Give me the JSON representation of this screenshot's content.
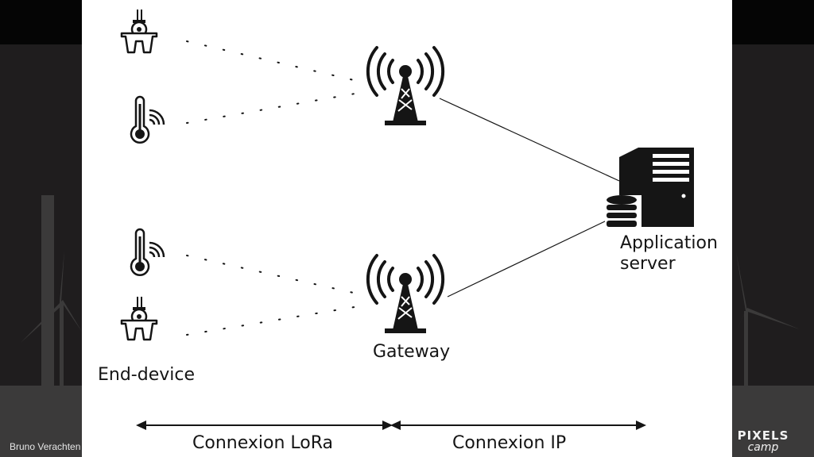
{
  "diagram": {
    "labels": {
      "end_device": "End-device",
      "gateway": "Gateway",
      "application_server_line1": "Application",
      "application_server_line2": "server",
      "lora_connection": "Connexion LoRa",
      "ip_connection": "Connexion IP"
    },
    "icons": [
      "gripper-icon",
      "thermometer-icon",
      "antenna-tower-icon",
      "server-icon",
      "database-icon",
      "wind-turbine-icon"
    ]
  },
  "footer": {
    "author": "Bruno Verachten",
    "brand_line1": "PIXELS",
    "brand_line2": "camp"
  },
  "colors": {
    "slide_background": "#ffffff",
    "outer_background": "#1f1d1e",
    "ink": "#151515"
  }
}
